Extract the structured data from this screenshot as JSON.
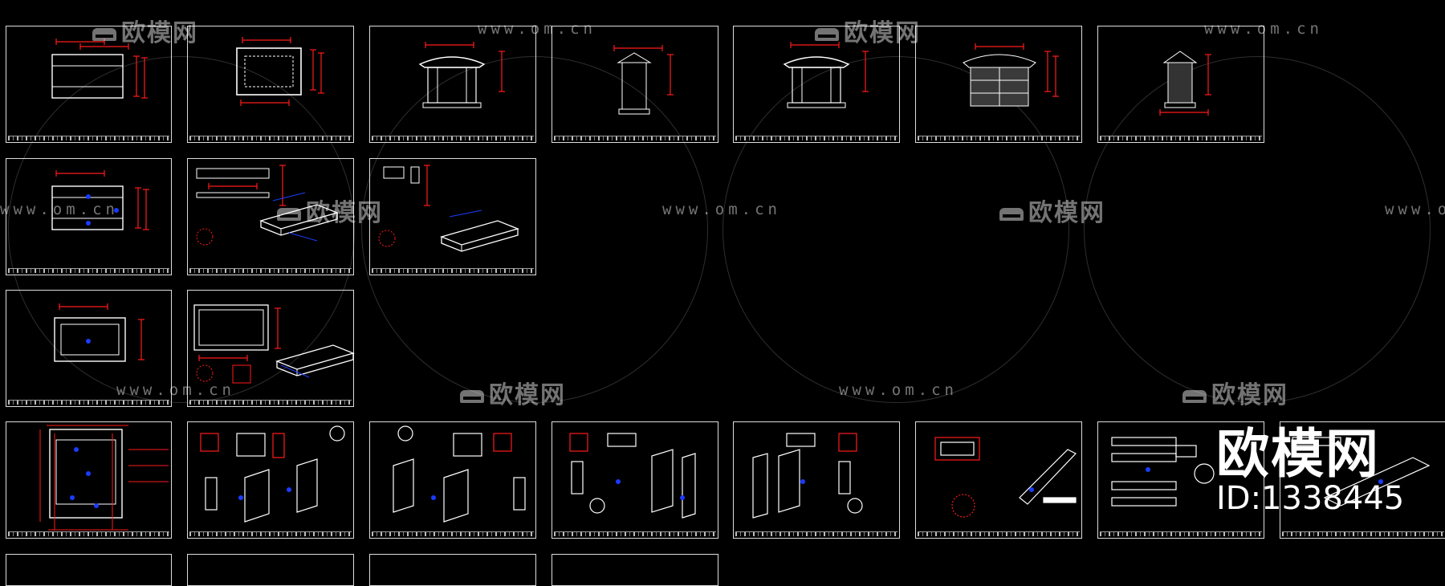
{
  "watermark": {
    "brand": "欧模网",
    "url": "www.om.cn",
    "id_text": "ID:1338445"
  },
  "colors": {
    "background": "#000000",
    "sheet_border": "#dddddd",
    "dimension_red": "#ff1a1a",
    "line_white": "#ffffff",
    "note_blue": "#1a3cff"
  }
}
